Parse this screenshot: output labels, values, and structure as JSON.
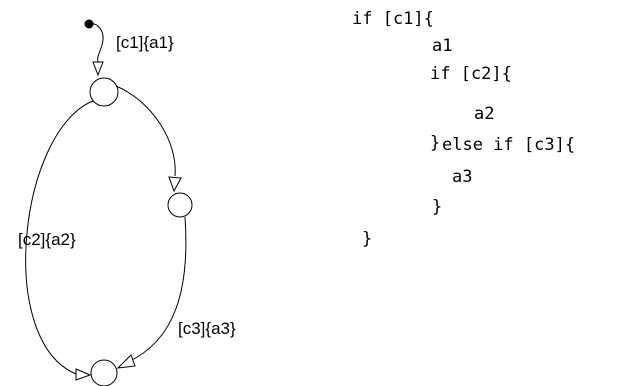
{
  "diagram": {
    "labels": {
      "default_transition": "[c1]{a1}",
      "left_transition": "[c2]{a2}",
      "right_transition": "[c3]{a3}"
    },
    "colors": {
      "stroke": "#000000",
      "arrowhead_fill": "#ffffff",
      "background": "#ffffff"
    }
  },
  "code": {
    "lines": [
      "if [c1]{",
      "a1",
      "if [c2]{",
      "a2",
      "}",
      "else if [c3]{",
      "a3",
      "}",
      "}"
    ]
  }
}
